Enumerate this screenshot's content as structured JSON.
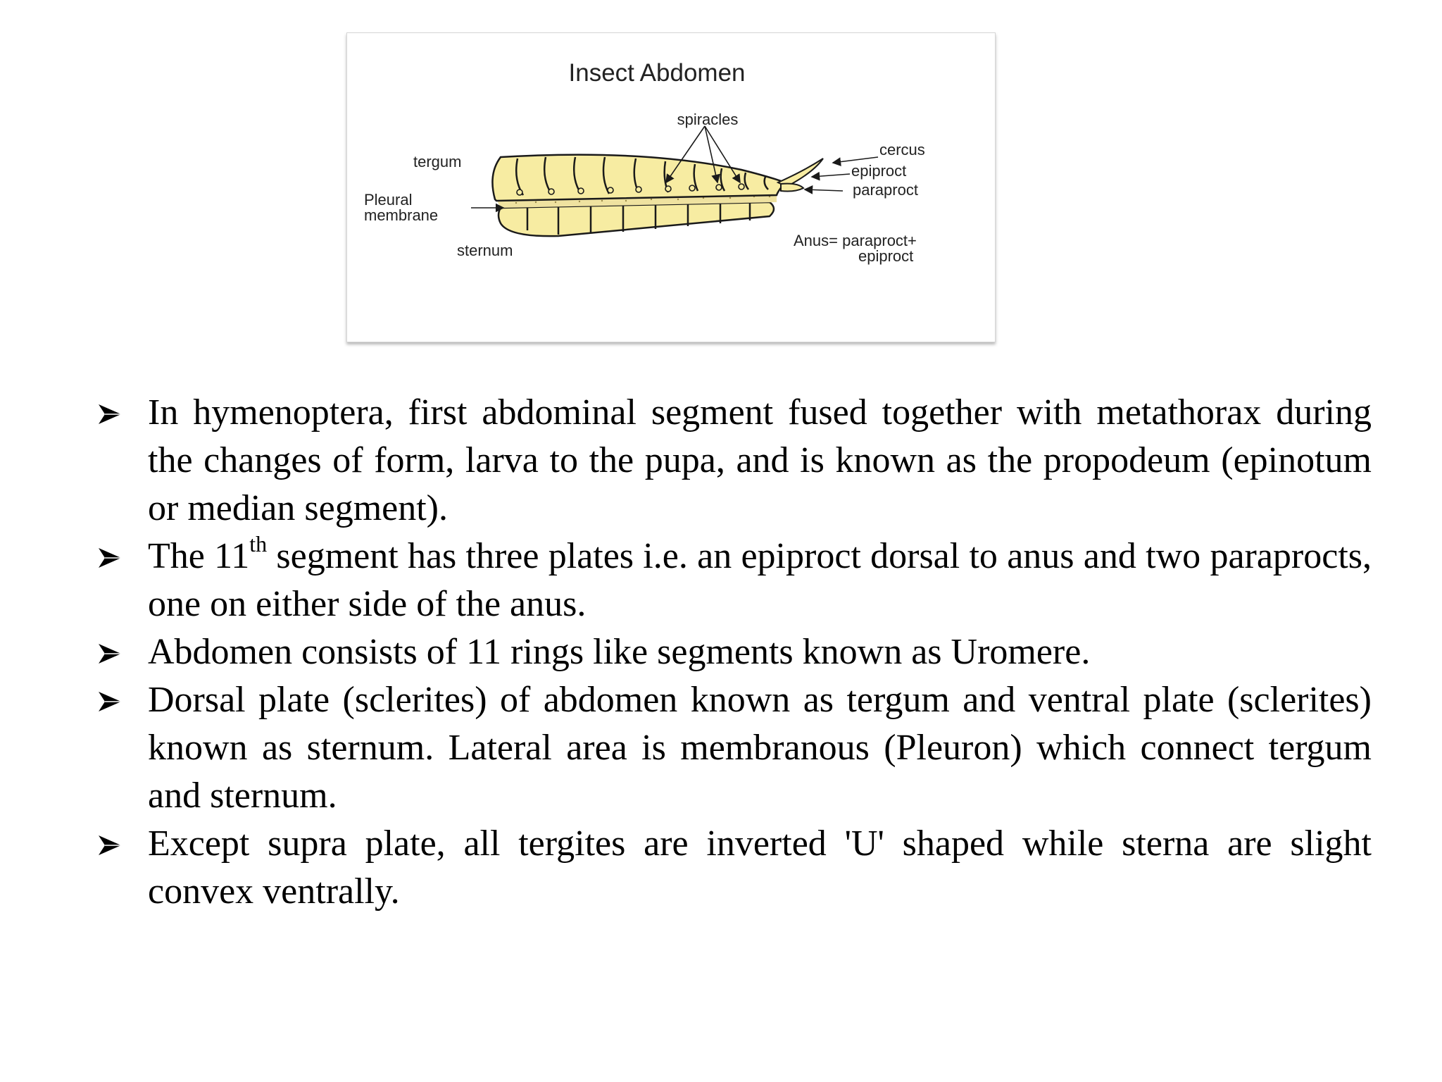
{
  "figure": {
    "title": "Insect Abdomen",
    "labels": {
      "spiracles": "spiracles",
      "tergum": "tergum",
      "cercus": "cercus",
      "epiproct": "epiproct",
      "paraproct": "paraproct",
      "pleural_1": "Pleural",
      "pleural_2": "membrane",
      "sternum": "sternum",
      "anus_1": "Anus= paraproct+",
      "anus_2": "epiproct"
    },
    "colors": {
      "segment_fill": "#f7eca2",
      "outline": "#1a1a1a"
    }
  },
  "bullet_icon": "arrowhead-bullet-icon",
  "bullets": [
    {
      "text": "In hymenoptera, first abdominal segment fused together with metathorax during the changes of form, larva to the pupa, and is known as the propodeum (epinotum or median segment)."
    },
    {
      "pre": "The 11",
      "sup": "th",
      "post": " segment has three plates i.e. an epiproct dorsal to anus and two paraprocts, one on either side of the anus."
    },
    {
      "text": "Abdomen consists of 11 rings like segments known as Uromere."
    },
    {
      "text": "Dorsal plate (sclerites) of abdomen known as tergum and ventral plate (sclerites) known as sternum. Lateral area is membranous (Pleuron) which connect tergum and sternum."
    },
    {
      "text": "Except supra plate, all tergites are inverted 'U' shaped while sterna are slight convex ventrally."
    }
  ]
}
